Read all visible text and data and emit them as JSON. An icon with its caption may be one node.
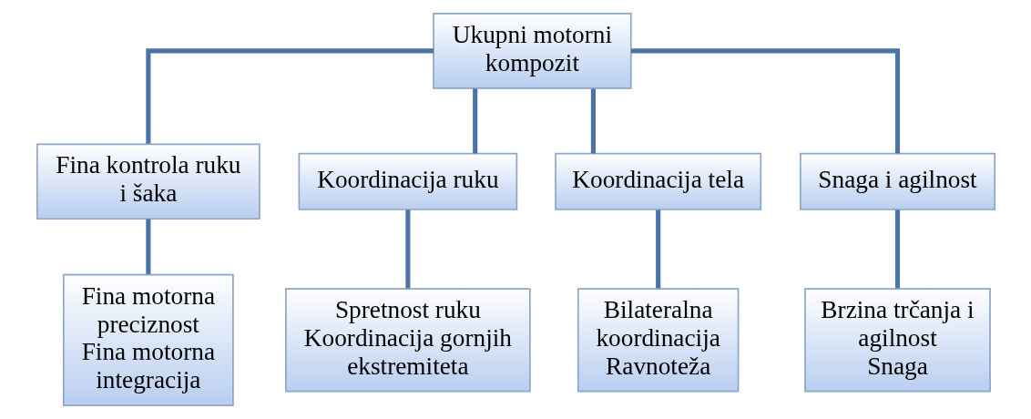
{
  "diagram": {
    "nodes": [
      {
        "text": [
          "Ukupni motorni kompozit"
        ]
      },
      {
        "text": [
          "Fina kontrola ruku i šaka"
        ]
      },
      {
        "text": [
          "Koordinacija ruku"
        ]
      },
      {
        "text": [
          "Koordinacija tela"
        ]
      },
      {
        "text": [
          "Snaga i agilnost"
        ]
      },
      {
        "text": [
          "Fina motorna preciznost",
          "Fina motorna integracija"
        ]
      },
      {
        "text": [
          "Spretnost ruku",
          "Koordinacija gornjih ekstremiteta"
        ]
      },
      {
        "text": [
          "Bilateralna koordinacija",
          "Ravnoteža"
        ]
      },
      {
        "text": [
          "Brzina trčanja i agilnost",
          "Snaga"
        ]
      }
    ],
    "edges": [
      {
        "from": 0,
        "to": 1,
        "arrow": "none"
      },
      {
        "from": 0,
        "to": 2,
        "arrow": "none"
      },
      {
        "from": 0,
        "to": 3,
        "arrow": "none"
      },
      {
        "from": 0,
        "to": 4,
        "arrow": "none"
      },
      {
        "from": 1,
        "to": 5,
        "arrow": "none"
      },
      {
        "from": 2,
        "to": 6,
        "arrow": "none"
      },
      {
        "from": 3,
        "to": 7,
        "arrow": "none"
      },
      {
        "from": 4,
        "to": 8,
        "arrow": "none"
      }
    ]
  }
}
